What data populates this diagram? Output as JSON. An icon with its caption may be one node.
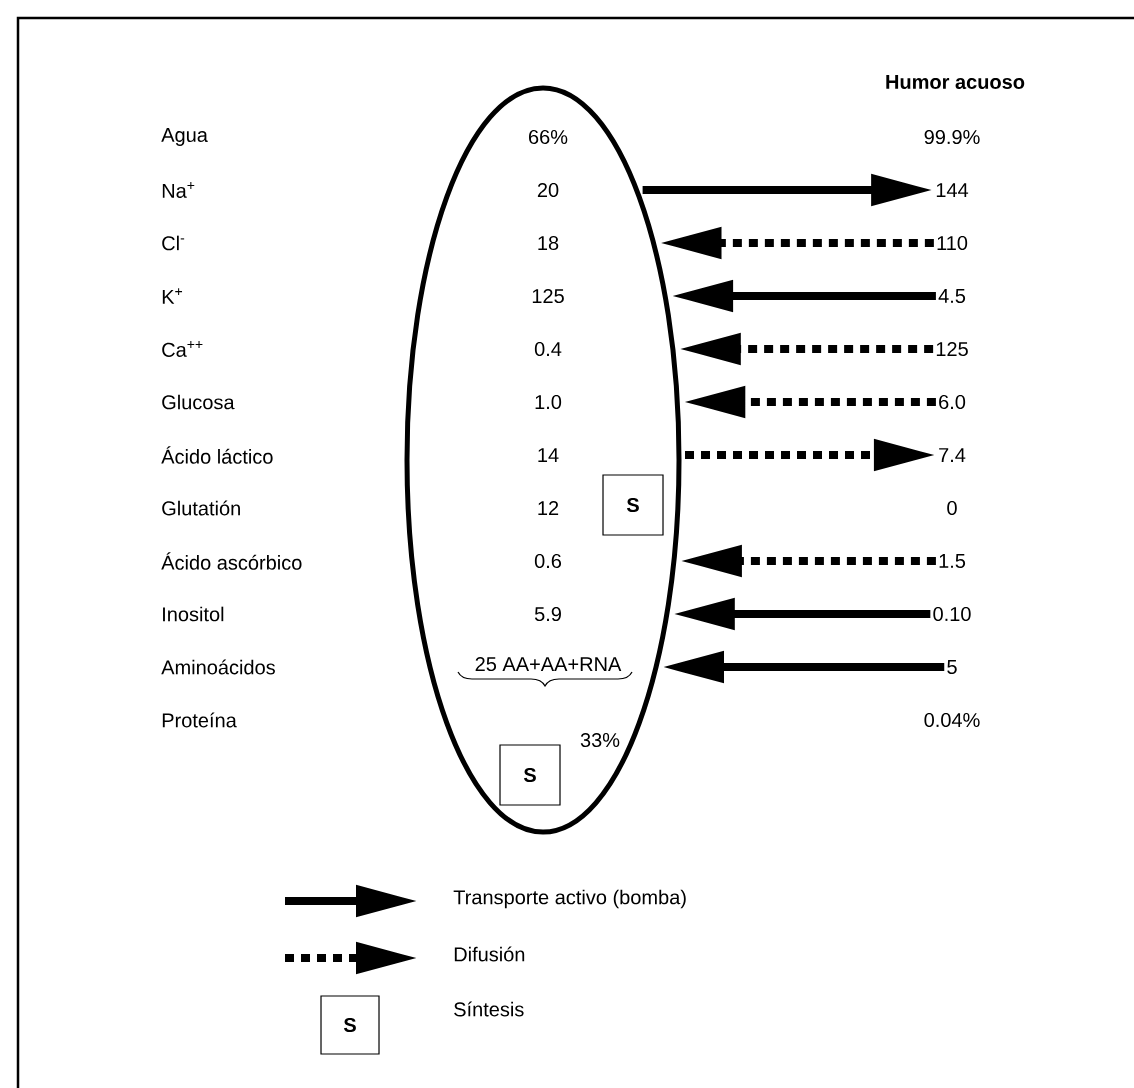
{
  "diagram": {
    "nodes": [
      {
        "text": [
          "66%",
          "20",
          "18",
          "125",
          "0.4",
          "1.0",
          "14",
          "12",
          "0.6",
          "5.9",
          "25 AA+AA+RNA",
          "33%"
        ]
      },
      {
        "text": [
          "S"
        ],
        "in": 0
      },
      {
        "text": [
          "S"
        ],
        "in": 0
      },
      {
        "text": [
          "99.9%"
        ]
      },
      {
        "text": [
          "144"
        ]
      },
      {
        "text": [
          "110"
        ]
      },
      {
        "text": [
          "4.5"
        ]
      },
      {
        "text": [
          "125"
        ]
      },
      {
        "text": [
          "6.0"
        ]
      },
      {
        "text": [
          "7.4"
        ]
      },
      {
        "text": [
          "0"
        ]
      },
      {
        "text": [
          "1.5"
        ]
      },
      {
        "text": [
          "0.10"
        ]
      },
      {
        "text": [
          "5"
        ]
      },
      {
        "text": [
          "0.04%"
        ]
      }
    ],
    "edges": [
      {
        "from": 0,
        "to": 4,
        "arrow": "to"
      },
      {
        "from": 5,
        "to": 0,
        "arrow": "to",
        "style": "dashed"
      },
      {
        "from": 6,
        "to": 0,
        "arrow": "to"
      },
      {
        "from": 7,
        "to": 0,
        "arrow": "to",
        "style": "dashed"
      },
      {
        "from": 8,
        "to": 0,
        "arrow": "to",
        "style": "dashed"
      },
      {
        "from": 0,
        "to": 9,
        "arrow": "to",
        "style": "dashed"
      },
      {
        "from": 11,
        "to": 0,
        "arrow": "to",
        "style": "dashed"
      },
      {
        "from": 12,
        "to": 0,
        "arrow": "to"
      },
      {
        "from": 13,
        "to": 0,
        "arrow": "to"
      }
    ],
    "labels": [
      "Humor acuoso",
      "Agua",
      "Na$^{+}$",
      "Cl$^{-}$",
      "K$^{+}$",
      "Ca$^{++}$",
      "Glucosa",
      "Ácido láctico",
      "Glutatión",
      "Ácido ascórbico",
      "Inositol",
      "Aminoácidos",
      "Proteína",
      "S"
    ],
    "legend": [
      {
        "text": "Transporte activo (bomba)"
      },
      {
        "text": "Difusión"
      },
      {
        "text": "Síntesis"
      }
    ]
  }
}
